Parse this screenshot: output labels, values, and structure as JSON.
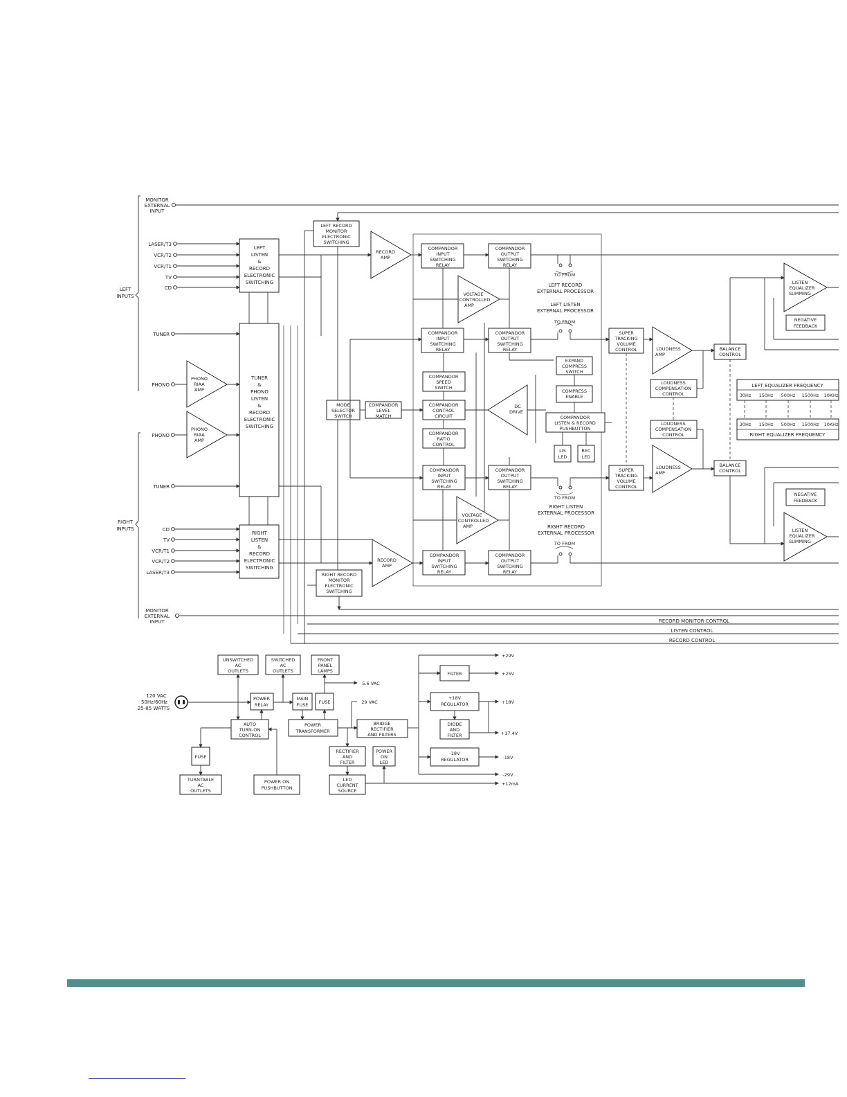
{
  "blocks": {
    "left_listen": [
      "LEFT",
      "LISTEN",
      "&",
      "RECORD",
      "ELECTRONIC",
      "SWITCHING"
    ],
    "right_listen": [
      "RIGHT",
      "LISTEN",
      "&",
      "RECORD",
      "ELECTRONIC",
      "SWITCHING"
    ],
    "tuner_phono": [
      "TUNER",
      "&",
      "PHONO",
      "LISTEN",
      "&",
      "RECORD",
      "ELECTRONIC",
      "SWITCHING"
    ],
    "phono_amp_top": [
      "PHONO",
      "RIAA",
      "AMP"
    ],
    "phono_amp_bot": [
      "PHONO",
      "RIAA",
      "AMP"
    ],
    "left_rec_mon": [
      "LEFT RECORD",
      "MONITOR",
      "ELECTRONIC",
      "SWITCHING"
    ],
    "right_rec_mon": [
      "RIGHT RECORD",
      "MONITOR",
      "ELECTRONIC",
      "SWITCHING"
    ],
    "record_amp_top": [
      "RECORD",
      "AMP"
    ],
    "record_amp_bot": [
      "RECORD",
      "AMP"
    ],
    "comp_in_1": [
      "COMPANDOR",
      "INPUT",
      "SWITCHING",
      "RELAY"
    ],
    "comp_out_1": [
      "COMPANDOR",
      "OUTPUT",
      "SWITCHING",
      "RELAY"
    ],
    "vca_top": [
      "VOLTAGE",
      "CONTROLLED",
      "AMP"
    ],
    "comp_in_2": [
      "COMPANDOR",
      "INPUT",
      "SWITCHING",
      "RELAY"
    ],
    "comp_out_2": [
      "COMPANDOR",
      "OUTPUT",
      "SWITCHING",
      "RELAY"
    ],
    "speed_sw": [
      "COMPANDOR",
      "SPEED",
      "SWITCH"
    ],
    "mode_sel": [
      "MODE",
      "SELECTOR",
      "SWITCH"
    ],
    "level_match": [
      "COMPANDOR",
      "LEVEL",
      "MATCH"
    ],
    "control_circuit": [
      "COMPANDOR",
      "CONTROL",
      "CIRCUIT"
    ],
    "ratio_ctrl": [
      "COMPANDOR",
      "RATIO",
      "CONTROL"
    ],
    "dc_drive": [
      "DC",
      "DRIVE"
    ],
    "expand_sw": [
      "EXPAND",
      "COMPRESS",
      "SWITCH"
    ],
    "compress_en": [
      "COMPRESS",
      "ENABLE"
    ],
    "listen_rec_pb": [
      "COMPANDOR",
      "LISTEN & RECORD",
      "PUSHBUTTON"
    ],
    "lis_led": [
      "LIS",
      "LED"
    ],
    "rec_led": [
      "REC",
      "LED"
    ],
    "comp_in_3": [
      "COMPANDOR",
      "INPUT",
      "SWITCHING",
      "RELAY"
    ],
    "comp_out_3": [
      "COMPANDOR",
      "OUTPUT",
      "SWITCHING",
      "RELAY"
    ],
    "vca_bot": [
      "VOLTAGE",
      "CONTROLLED",
      "AMP"
    ],
    "comp_in_4": [
      "COMPANDOR",
      "INPUT",
      "SWITCHING",
      "RELAY"
    ],
    "comp_out_4": [
      "COMPANDOR",
      "OUTPUT",
      "SWITCHING",
      "RELAY"
    ],
    "super_top": [
      "SUPER",
      "TRACKING",
      "VOLUME",
      "CONTROL"
    ],
    "super_bot": [
      "SUPER",
      "TRACKING",
      "VOLUME",
      "CONTROL"
    ],
    "loud_amp_top": [
      "LOUDNESS",
      "AMP"
    ],
    "loud_amp_bot": [
      "LOUDNESS",
      "AMP"
    ],
    "loud_comp_top": [
      "LOUDNESS",
      "COMPENSATION",
      "CONTROL"
    ],
    "loud_comp_bot": [
      "LOUDNESS",
      "COMPENSATION",
      "CONTROL"
    ],
    "balance_top": [
      "BALANCE",
      "CONTROL"
    ],
    "balance_bot": [
      "BALANCE",
      "CONTROL"
    ],
    "eq_sum_top": [
      "LISTEN",
      "EQUALIZER",
      "SUMMING"
    ],
    "eq_sum_bot": [
      "LISTEN",
      "EQUALIZER",
      "SUMMING"
    ],
    "neg_fb_top": [
      "NEGATIVE",
      "FEEDBACK"
    ],
    "neg_fb_bot": [
      "NEGATIVE",
      "FEEDBACK"
    ],
    "eq_left_title": "LEFT EQUALIZER FREQUENCY",
    "eq_right_title": "RIGHT EQUALIZER FREQUENCY",
    "eq_bands": [
      "30Hz",
      "150Hz",
      "500Hz",
      "1500Hz",
      "10KHz"
    ]
  },
  "inputs": {
    "monitor_top": [
      "MONITOR",
      "EXTERNAL",
      "INPUT"
    ],
    "monitor_bot": [
      "MONITOR",
      "EXTERNAL",
      "INPUT"
    ],
    "left_group": [
      "LEFT",
      "INPUTS"
    ],
    "right_group": [
      "RIGHT",
      "INPUTS"
    ],
    "left": [
      "LASER/T3",
      "VCR/T2",
      "VCR/T1",
      "TV",
      "CD"
    ],
    "right": [
      "CD",
      "TV",
      "VCR/T1",
      "VCR/T2",
      "LASER/T3"
    ],
    "tuner": "TUNER",
    "phono": "PHONO"
  },
  "processor_labels": {
    "tf_top": "TO  FROM",
    "left_record": [
      "LEFT RECORD",
      "EXTERNAL PROCESSOR"
    ],
    "left_listen": [
      "LEFT LISTEN",
      "EXTERNAL PROCESSOR"
    ],
    "tf_2": "TO  FROM",
    "tf_3": "TO  FROM",
    "right_listen": [
      "RIGHT LISTEN",
      "EXTERNAL PROCESSOR"
    ],
    "right_record": [
      "RIGHT RECORD",
      "EXTERNAL PROCESSOR"
    ],
    "tf_4": "TO  FROM"
  },
  "control_buses": [
    "RECORD MONITOR CONTROL",
    "LISTEN CONTROL",
    "RECORD CONTROL"
  ],
  "power": {
    "ac_in": [
      "120 VAC",
      "50Hz/60Hz",
      "25-85 WATTS"
    ],
    "unswitched": [
      "UNSWITCHED",
      "AC",
      "OUTLETS"
    ],
    "switched": [
      "SWITCHED",
      "AC",
      "OUTLETS"
    ],
    "front_lamps": [
      "FRONT",
      "PANEL",
      "LAMPS"
    ],
    "power_relay": [
      "POWER",
      "RELAY"
    ],
    "main_fuse": [
      "MAIN",
      "FUSE"
    ],
    "fuse_mid": "FUSE",
    "auto_on": [
      "AUTO",
      "TURN-ON",
      "CONTROL"
    ],
    "power_xfmr": [
      "POWER",
      "TRANSFORMER"
    ],
    "bridge": [
      "BRIDGE",
      "RECTIFIER",
      "AND FILTERS"
    ],
    "fuse_left": "FUSE",
    "turntable": [
      "TURNTABLE",
      "AC",
      "OUTLETS"
    ],
    "power_on_pb": [
      "POWER ON",
      "PUSHBUTTON"
    ],
    "rect_filter": [
      "RECTIFIER",
      "AND",
      "FILTER"
    ],
    "power_led": [
      "POWER",
      "ON",
      "LED"
    ],
    "led_source": [
      "LED",
      "CURRENT",
      "SOURCE"
    ],
    "filter": "FILTER",
    "reg_pos": [
      "+18V",
      "REGULATOR"
    ],
    "diode_filter": [
      "DIODE",
      "AND",
      "FILTER"
    ],
    "reg_neg": [
      "-18V",
      "REGULATOR"
    ],
    "v56": "5.6 VAC",
    "v29ac": "29 VAC",
    "rails": [
      "+29V",
      "+25V",
      "+18V",
      "+17.4V",
      "-18V",
      "-29V",
      "+12mA"
    ]
  }
}
